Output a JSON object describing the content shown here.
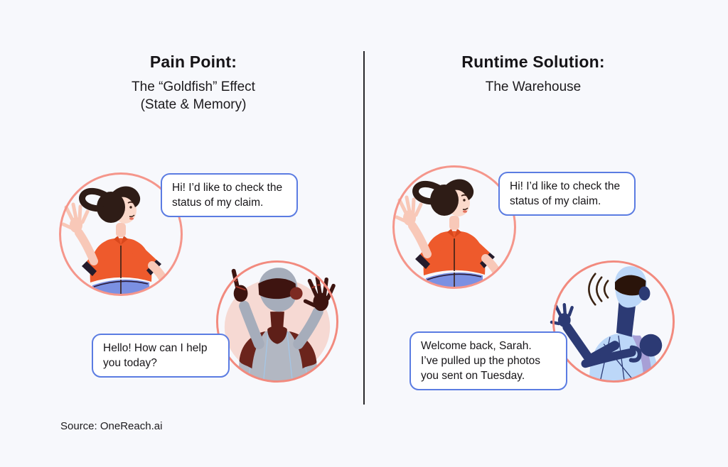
{
  "page": {
    "background": "#f7f8fc",
    "divider_color": "#28282c"
  },
  "panels": {
    "left": {
      "title": "Pain Point:",
      "subtitle": "The “Goldfish” Effect\n(State & Memory)",
      "user_bubble": "Hi! I’d like to check the\nstatus of my claim.",
      "bot_bubble": "Hello! How can I help\nyou today?"
    },
    "right": {
      "title": "Runtime Solution:",
      "subtitle": "The Warehouse",
      "user_bubble": "Hi! I’d like to check the\nstatus of my claim.",
      "bot_bubble": "Welcome back, Sarah.\nI’ve pulled up the photos\nyou sent on Tuesday."
    }
  },
  "footer": {
    "source": "Source: OneReach.ai"
  },
  "colors": {
    "bubble_border": "#5b7ce2",
    "avatar_ring": "#f5968b",
    "confused_robot_accent": "#6b241c",
    "assistant_robot_accent": "#2c3a74",
    "shirt_orange": "#ee5a2c",
    "jeans_blue": "#7b90e2",
    "pink_blob": "#f6d9d3"
  }
}
